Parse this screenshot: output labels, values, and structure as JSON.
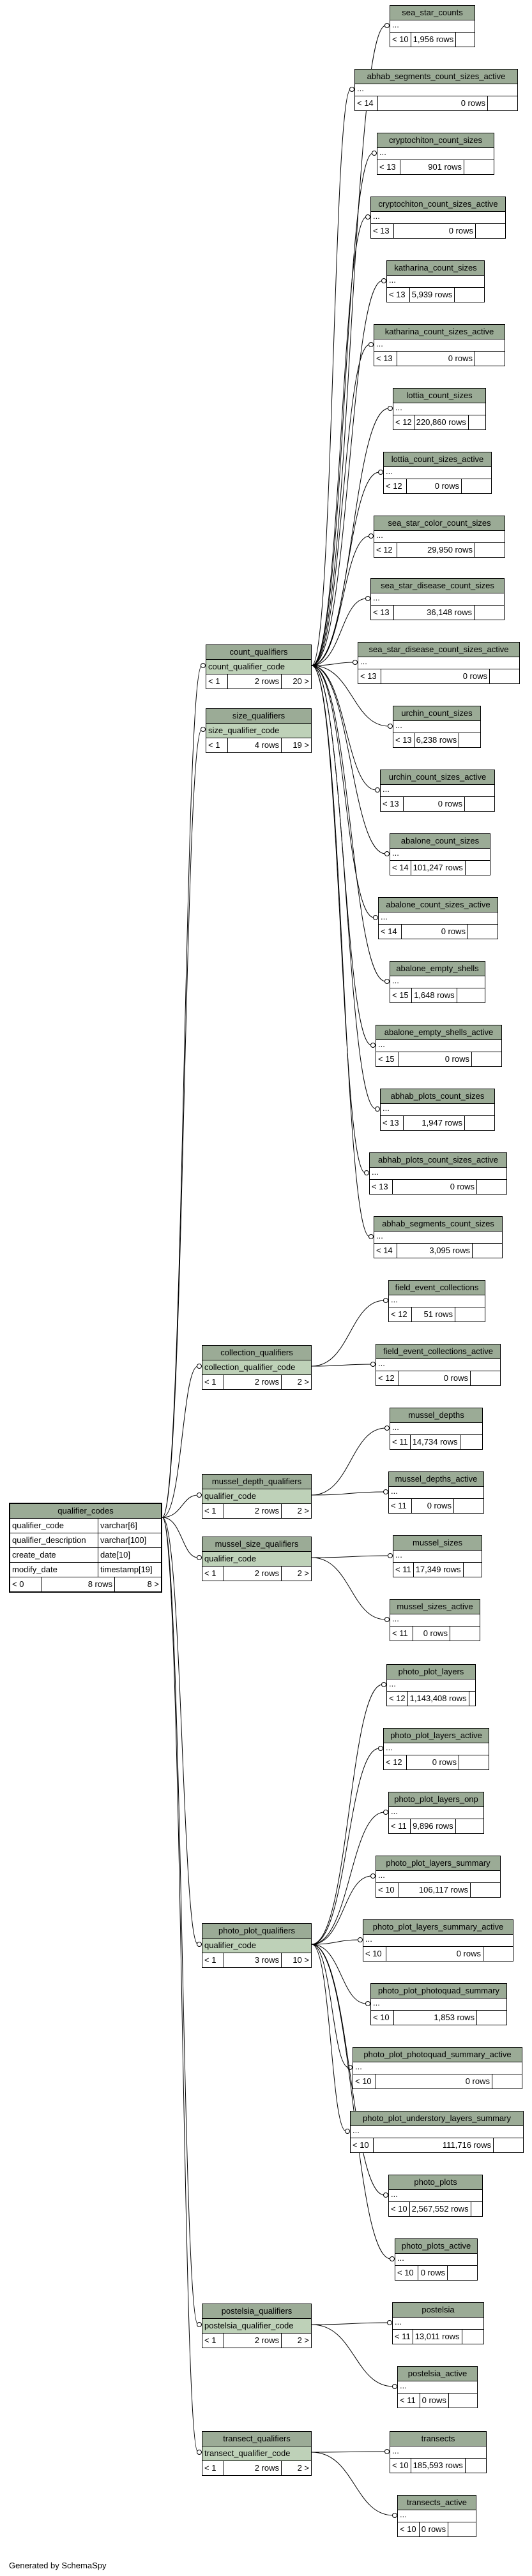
{
  "footer": "Generated by SchemaSpy",
  "main_table": {
    "name": "qualifier_codes",
    "columns": [
      {
        "name": "qualifier_code",
        "type": "varchar[6]"
      },
      {
        "name": "qualifier_description",
        "type": "varchar[100]"
      },
      {
        "name": "create_date",
        "type": "date[10]"
      },
      {
        "name": "modify_date",
        "type": "timestamp[19]"
      }
    ],
    "stats": {
      "parents": "< 0",
      "rows": "8 rows",
      "children": "8 >"
    }
  },
  "qualifier_tables": [
    {
      "name": "count_qualifiers",
      "key": "count_qualifier_code",
      "parents": "< 1",
      "rows": "2 rows",
      "children": "20 >"
    },
    {
      "name": "size_qualifiers",
      "key": "size_qualifier_code",
      "parents": "< 1",
      "rows": "4 rows",
      "children": "19 >"
    },
    {
      "name": "collection_qualifiers",
      "key": "collection_qualifier_code",
      "parents": "< 1",
      "rows": "2 rows",
      "children": "2 >"
    },
    {
      "name": "mussel_depth_qualifiers",
      "key": "qualifier_code",
      "parents": "< 1",
      "rows": "2 rows",
      "children": "2 >"
    },
    {
      "name": "mussel_size_qualifiers",
      "key": "qualifier_code",
      "parents": "< 1",
      "rows": "2 rows",
      "children": "2 >"
    },
    {
      "name": "photo_plot_qualifiers",
      "key": "qualifier_code",
      "parents": "< 1",
      "rows": "3 rows",
      "children": "10 >"
    },
    {
      "name": "postelsia_qualifiers",
      "key": "postelsia_qualifier_code",
      "parents": "< 1",
      "rows": "2 rows",
      "children": "2 >"
    },
    {
      "name": "transect_qualifiers",
      "key": "transect_qualifier_code",
      "parents": "< 1",
      "rows": "2 rows",
      "children": "2 >"
    }
  ],
  "child_tables": [
    {
      "name": "sea_star_counts",
      "ellipsis": "...",
      "parents": "< 10",
      "rows": "1,956 rows"
    },
    {
      "name": "abhab_segments_count_sizes_active",
      "ellipsis": "...",
      "parents": "< 14",
      "rows": "0 rows"
    },
    {
      "name": "cryptochiton_count_sizes",
      "ellipsis": "...",
      "parents": "< 13",
      "rows": "901 rows"
    },
    {
      "name": "cryptochiton_count_sizes_active",
      "ellipsis": "...",
      "parents": "< 13",
      "rows": "0 rows"
    },
    {
      "name": "katharina_count_sizes",
      "ellipsis": "...",
      "parents": "< 13",
      "rows": "5,939 rows"
    },
    {
      "name": "katharina_count_sizes_active",
      "ellipsis": "...",
      "parents": "< 13",
      "rows": "0 rows"
    },
    {
      "name": "lottia_count_sizes",
      "ellipsis": "...",
      "parents": "< 12",
      "rows": "220,860 rows"
    },
    {
      "name": "lottia_count_sizes_active",
      "ellipsis": "...",
      "parents": "< 12",
      "rows": "0 rows"
    },
    {
      "name": "sea_star_color_count_sizes",
      "ellipsis": "...",
      "parents": "< 12",
      "rows": "29,950 rows"
    },
    {
      "name": "sea_star_disease_count_sizes",
      "ellipsis": "...",
      "parents": "< 13",
      "rows": "36,148 rows"
    },
    {
      "name": "sea_star_disease_count_sizes_active",
      "ellipsis": "...",
      "parents": "< 13",
      "rows": "0 rows"
    },
    {
      "name": "urchin_count_sizes",
      "ellipsis": "...",
      "parents": "< 13",
      "rows": "6,238 rows"
    },
    {
      "name": "urchin_count_sizes_active",
      "ellipsis": "...",
      "parents": "< 13",
      "rows": "0 rows"
    },
    {
      "name": "abalone_count_sizes",
      "ellipsis": "...",
      "parents": "< 14",
      "rows": "101,247 rows"
    },
    {
      "name": "abalone_count_sizes_active",
      "ellipsis": "...",
      "parents": "< 14",
      "rows": "0 rows"
    },
    {
      "name": "abalone_empty_shells",
      "ellipsis": "...",
      "parents": "< 15",
      "rows": "1,648 rows"
    },
    {
      "name": "abalone_empty_shells_active",
      "ellipsis": "...",
      "parents": "< 15",
      "rows": "0 rows"
    },
    {
      "name": "abhab_plots_count_sizes",
      "ellipsis": "...",
      "parents": "< 13",
      "rows": "1,947 rows"
    },
    {
      "name": "abhab_plots_count_sizes_active",
      "ellipsis": "...",
      "parents": "< 13",
      "rows": "0 rows"
    },
    {
      "name": "abhab_segments_count_sizes",
      "ellipsis": "...",
      "parents": "< 14",
      "rows": "3,095 rows"
    },
    {
      "name": "field_event_collections",
      "ellipsis": "...",
      "parents": "< 12",
      "rows": "51 rows"
    },
    {
      "name": "field_event_collections_active",
      "ellipsis": "...",
      "parents": "< 12",
      "rows": "0 rows"
    },
    {
      "name": "mussel_depths",
      "ellipsis": "...",
      "parents": "< 11",
      "rows": "14,734 rows"
    },
    {
      "name": "mussel_depths_active",
      "ellipsis": "...",
      "parents": "< 11",
      "rows": "0 rows"
    },
    {
      "name": "mussel_sizes",
      "ellipsis": "...",
      "parents": "< 11",
      "rows": "17,349 rows"
    },
    {
      "name": "mussel_sizes_active",
      "ellipsis": "...",
      "parents": "< 11",
      "rows": "0 rows"
    },
    {
      "name": "photo_plot_layers",
      "ellipsis": "...",
      "parents": "< 12",
      "rows": "1,143,408 rows"
    },
    {
      "name": "photo_plot_layers_active",
      "ellipsis": "...",
      "parents": "< 12",
      "rows": "0 rows"
    },
    {
      "name": "photo_plot_layers_onp",
      "ellipsis": "...",
      "parents": "< 11",
      "rows": "9,896 rows"
    },
    {
      "name": "photo_plot_layers_summary",
      "ellipsis": "...",
      "parents": "< 10",
      "rows": "106,117 rows"
    },
    {
      "name": "photo_plot_layers_summary_active",
      "ellipsis": "...",
      "parents": "< 10",
      "rows": "0 rows"
    },
    {
      "name": "photo_plot_photoquad_summary",
      "ellipsis": "...",
      "parents": "< 10",
      "rows": "1,853 rows"
    },
    {
      "name": "photo_plot_photoquad_summary_active",
      "ellipsis": "...",
      "parents": "< 10",
      "rows": "0 rows"
    },
    {
      "name": "photo_plot_understory_layers_summary",
      "ellipsis": "...",
      "parents": "< 10",
      "rows": "111,716 rows"
    },
    {
      "name": "photo_plots",
      "ellipsis": "...",
      "parents": "< 10",
      "rows": "2,567,552 rows"
    },
    {
      "name": "photo_plots_active",
      "ellipsis": "...",
      "parents": "< 10",
      "rows": "0 rows"
    },
    {
      "name": "postelsia",
      "ellipsis": "...",
      "parents": "< 11",
      "rows": "13,011 rows"
    },
    {
      "name": "postelsia_active",
      "ellipsis": "...",
      "parents": "< 11",
      "rows": "0 rows"
    },
    {
      "name": "transects",
      "ellipsis": "...",
      "parents": "< 10",
      "rows": "185,593 rows"
    },
    {
      "name": "transects_active",
      "ellipsis": "...",
      "parents": "< 10",
      "rows": "0 rows"
    }
  ]
}
